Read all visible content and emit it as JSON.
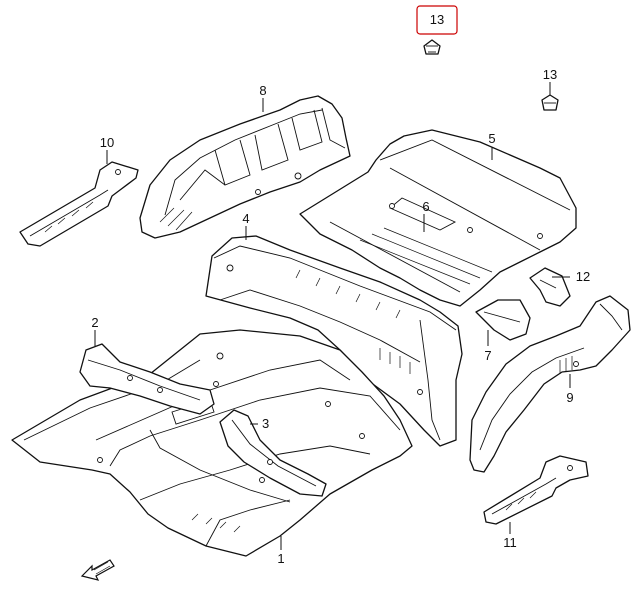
{
  "callouts": {
    "c13a": "13",
    "c13b": "13",
    "c8": "8",
    "c10": "10",
    "c5": "5",
    "c6": "6",
    "c4": "4",
    "c12": "12",
    "c2": "2",
    "c7": "7",
    "c9": "9",
    "c3": "3",
    "c1": "1",
    "c11": "11"
  },
  "highlight_color": "#cc0000",
  "icons": {
    "front_arrow": "front-direction-arrow-icon"
  }
}
